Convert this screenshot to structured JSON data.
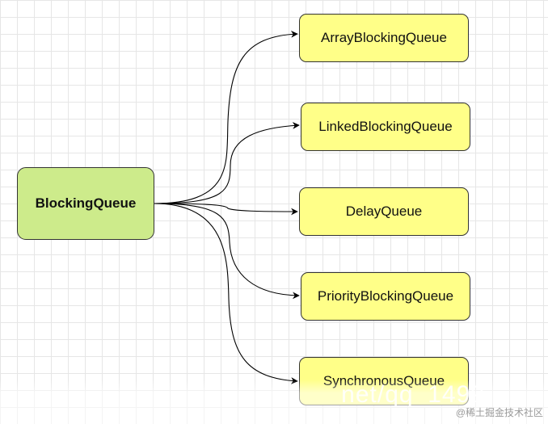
{
  "diagram": {
    "root": {
      "label": "BlockingQueue",
      "fill": "#cdeb8b"
    },
    "children": [
      {
        "label": "ArrayBlockingQueue"
      },
      {
        "label": "LinkedBlockingQueue"
      },
      {
        "label": "DelayQueue"
      },
      {
        "label": "PriorityBlockingQueue"
      },
      {
        "label": "SynchronousQueue"
      }
    ],
    "leaf_fill": "#ffff88",
    "edge_color": "#000000"
  },
  "watermark": {
    "url_fragment": "net/qq_1499",
    "credit": "@稀土掘金技术社区"
  }
}
